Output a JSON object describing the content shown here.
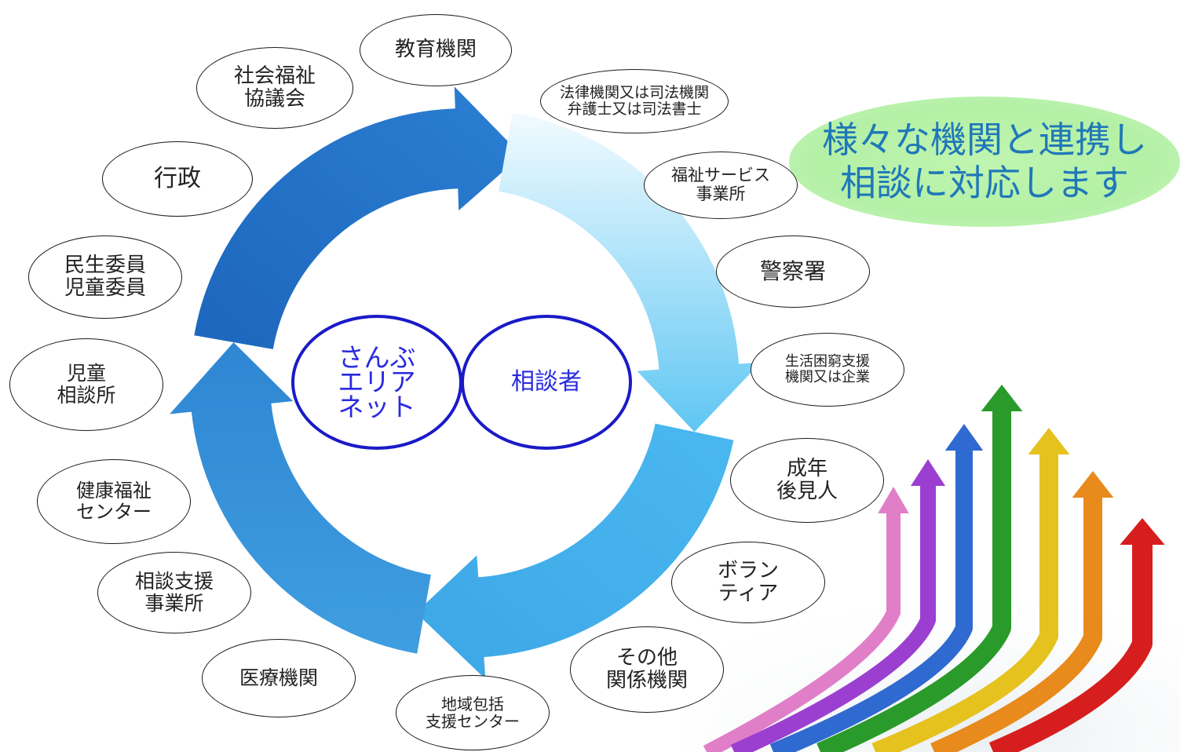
{
  "center": {
    "left_label": [
      "さんぶ",
      "エリア",
      "ネット"
    ],
    "right_label": "相談者"
  },
  "tagline": {
    "line1": "様々な機関と連携し",
    "line2": "相談に対応します"
  },
  "partners": [
    {
      "lines": [
        "教育機関"
      ]
    },
    {
      "lines": [
        "法律機関又は司法機関",
        "弁護士又は司法書士"
      ]
    },
    {
      "lines": [
        "福祉サービス",
        "事業所"
      ]
    },
    {
      "lines": [
        "警察署"
      ]
    },
    {
      "lines": [
        "生活困窮支援",
        "機関又は企業"
      ]
    },
    {
      "lines": [
        "成年",
        "後見人"
      ]
    },
    {
      "lines": [
        "ボラン",
        "ティア"
      ]
    },
    {
      "lines": [
        "その他",
        "関係機関"
      ]
    },
    {
      "lines": [
        "地域包括",
        "支援センター"
      ]
    },
    {
      "lines": [
        "医療機関"
      ]
    },
    {
      "lines": [
        "相談支援",
        "事業所"
      ]
    },
    {
      "lines": [
        "健康福祉",
        "センター"
      ]
    },
    {
      "lines": [
        "児童",
        "相談所"
      ]
    },
    {
      "lines": [
        "民生委員",
        "児童委員"
      ]
    },
    {
      "lines": [
        "行政"
      ]
    },
    {
      "lines": [
        "社会福祉",
        "協議会"
      ]
    }
  ],
  "colors": {
    "cycle_dark": "#1f6fc2",
    "cycle_mid": "#3a9be0",
    "cycle_light": "#7ed4f7",
    "center_border": "#1a1ac8",
    "center_text": "#2a2ae0",
    "tagline_text": "#1f78b8",
    "tagline_bg": "#b4f0a6",
    "rising_arrows": [
      "#e07fc8",
      "#9b3fd0",
      "#2f6ad0",
      "#2a9a2a",
      "#e6c21f",
      "#e88a1c",
      "#d61e1e"
    ]
  }
}
